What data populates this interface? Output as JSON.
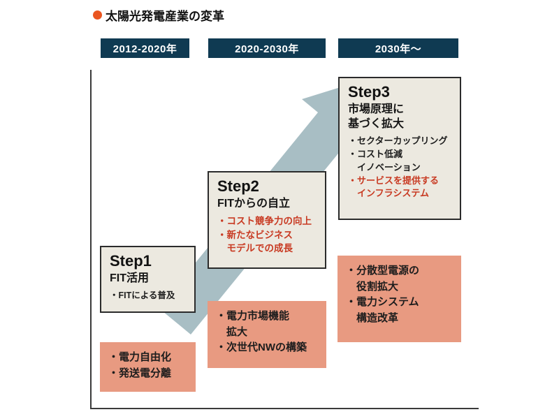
{
  "title": {
    "text": "太陽光発電産業の変革"
  },
  "periods": [
    {
      "label": "2012-2020年"
    },
    {
      "label": "2020-2030年"
    },
    {
      "label": "2030年〜"
    }
  ],
  "steps": [
    {
      "name": "Step1",
      "heading": "FIT活用",
      "items": [
        "・FITによる普及"
      ]
    },
    {
      "name": "Step2",
      "heading": "FITからの自立",
      "red_items": [
        "・コスト競争力の向上",
        "・新たなビジネス",
        "　モデルでの成長"
      ]
    },
    {
      "name": "Step3",
      "heading_lines": [
        "市場原理に",
        "基づく拡大"
      ],
      "items": [
        "・セクターカップリング",
        "・コスト低減",
        "　イノベーション"
      ],
      "red_items": [
        "・サービスを提供する",
        "　インフラシステム"
      ]
    }
  ],
  "bottom_boxes": [
    {
      "lines": [
        "・電力自由化",
        "・発送電分離"
      ]
    },
    {
      "lines": [
        "・電力市場機能",
        "　拡大",
        "・次世代NWの構築"
      ]
    },
    {
      "lines": [
        "・分散型電源の",
        "　役割拡大",
        "・電力システム",
        "　構造改革"
      ]
    }
  ],
  "colors": {
    "header_bg": "#0f3a52",
    "step_bg": "#ece9e0",
    "bottom_bg": "#e89a81",
    "arrow": "#a8bec4",
    "red_text": "#c83a22",
    "bullet": "#ea5520"
  }
}
